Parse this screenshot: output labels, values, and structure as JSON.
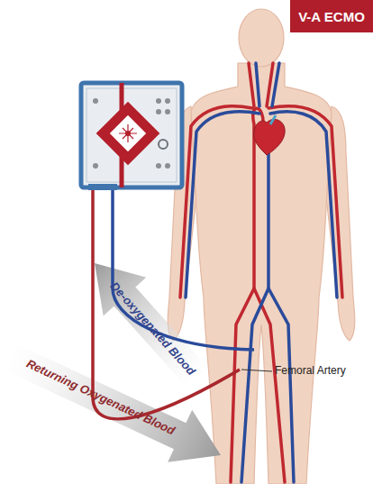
{
  "diagram": {
    "title": "V-A ECMO",
    "labels": [
      "De-oxygenated Blood",
      "Returning Oxygenated Blood",
      "Femoral Artery"
    ]
  }
}
